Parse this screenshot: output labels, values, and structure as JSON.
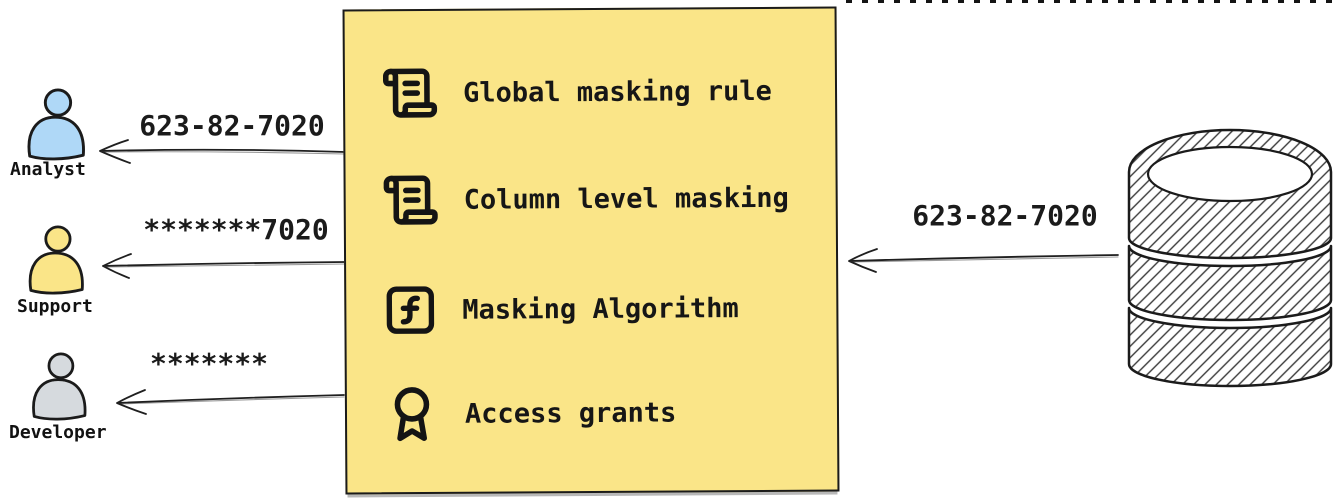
{
  "box": {
    "items": [
      {
        "icon": "scroll-text-icon",
        "label": "Global masking rule"
      },
      {
        "icon": "scroll-text-icon",
        "label": "Column level masking"
      },
      {
        "icon": "function-square-icon",
        "label": "Masking Algorithm"
      },
      {
        "icon": "award-icon",
        "label": "Access grants"
      }
    ],
    "fill_color": "#FAE588",
    "border_color": "#1B1B1B"
  },
  "actors": [
    {
      "name": "Analyst",
      "received_value": "623-82-7020",
      "color": "#AFD8F7"
    },
    {
      "name": "Support",
      "received_value": "*******7020",
      "color": "#FAE588"
    },
    {
      "name": "Developer",
      "received_value": "*******",
      "color": "#D6DADE"
    }
  ],
  "database": {
    "icon": "database-icon",
    "output_value": "623-82-7020"
  },
  "ink_color": "#1B1B1B"
}
